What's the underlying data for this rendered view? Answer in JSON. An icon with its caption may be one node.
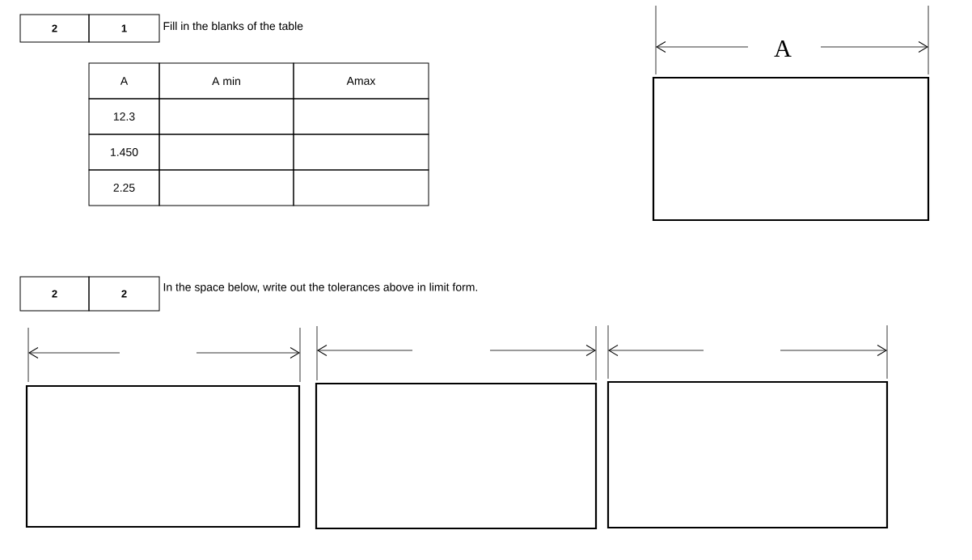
{
  "diagram": {
    "nodes": [
      {
        "text": [],
        "shape": "box"
      },
      {
        "text": [],
        "shape": "box"
      },
      {
        "text": [],
        "shape": "box"
      },
      {
        "text": [],
        "shape": "box"
      }
    ],
    "labels": [
      "2",
      "1",
      "Fill in the blanks of the table",
      "A",
      "A min",
      "Amax",
      "12.3",
      "1.450",
      "2.25",
      "A",
      "2",
      "2",
      "In the space below, write out the tolerances above in limit form."
    ]
  }
}
